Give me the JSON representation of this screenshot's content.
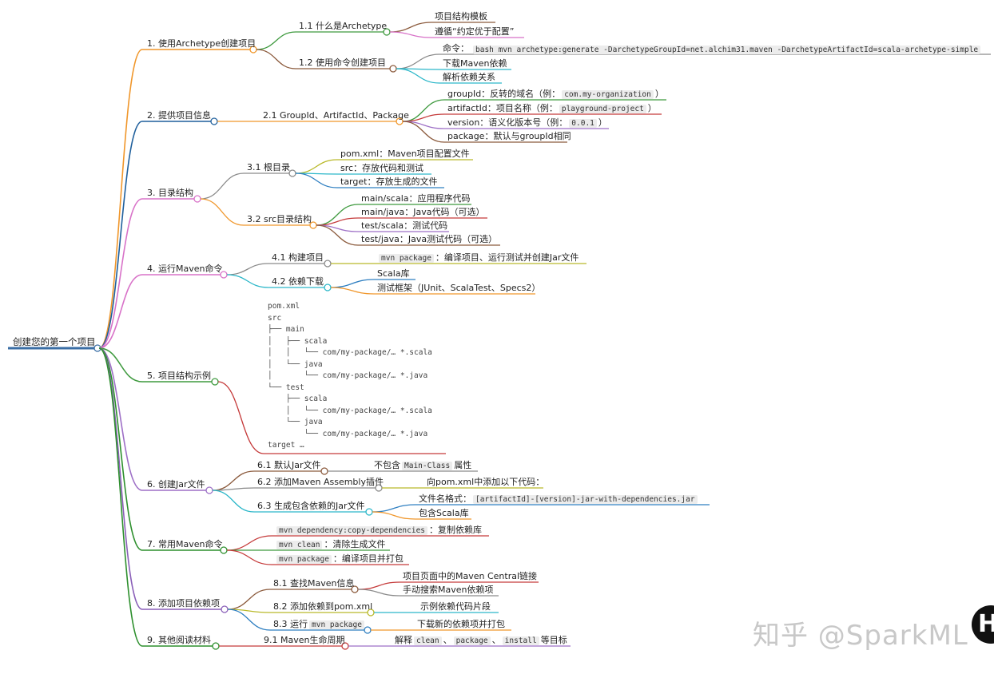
{
  "root": "创建您的第一个项目",
  "watermark": "知乎 @SparkML",
  "badge": "H",
  "colors": {
    "root": "#3a6ea5",
    "b1": "#f0962a",
    "b2": "#1f5f9c",
    "b3": "#d872c8",
    "b4": "#d872c8",
    "b5": "#3f9a3f",
    "b6": "#9d6fc6",
    "b7": "#2d8f2d",
    "b8": "#8a5fb8",
    "b9": "#2d8f2d",
    "green": "#3f9a3f",
    "brown": "#8b5a3c",
    "teal": "#2cb7c9",
    "pink": "#d872c8",
    "red": "#c53a3a",
    "orange": "#f0962a",
    "blue": "#2f7fc1",
    "olive": "#b9b92a",
    "purple": "#9d6fc6",
    "grey": "#8a8a8a"
  },
  "nodes": [
    {
      "label": "1. 使用Archetype创建项目"
    },
    {
      "label": "1.1 什么是Archetype"
    },
    {
      "label": "项目结构模板"
    },
    {
      "label": "遵循“约定优于配置”"
    },
    {
      "label": "1.2 使用命令创建项目"
    },
    {
      "label": "命令："
    },
    {
      "code": "bash mvn archetype:generate -DarchetypeGroupId=net.alchim31.maven -DarchetypeArtifactId=scala-archetype-simple"
    },
    {
      "label": "下载Maven依赖"
    },
    {
      "label": "解析依赖关系"
    },
    {
      "label": "2. 提供项目信息"
    },
    {
      "label": "2.1 GroupId、ArtifactId、Package"
    },
    {
      "label": "groupId：反转的域名（例：",
      "code": "com.my-organization",
      "tail": "）"
    },
    {
      "label": "artifactId：项目名称（例：",
      "code": "playground-project",
      "tail": "）"
    },
    {
      "label": "version：语义化版本号（例：",
      "code": "0.0.1",
      "tail": "）"
    },
    {
      "label": "package：默认与groupId相同"
    },
    {
      "label": "3. 目录结构"
    },
    {
      "label": "3.1 根目录"
    },
    {
      "label": "pom.xml：Maven项目配置文件"
    },
    {
      "label": "src：存放代码和测试"
    },
    {
      "label": "target：存放生成的文件"
    },
    {
      "label": "3.2 src目录结构"
    },
    {
      "label": "main/scala：应用程序代码"
    },
    {
      "label": "main/java：Java代码（可选）"
    },
    {
      "label": "test/scala：测试代码"
    },
    {
      "label": "test/java：Java测试代码（可选）"
    },
    {
      "label": "4. 运行Maven命令"
    },
    {
      "label": "4.1 构建项目"
    },
    {
      "code": "mvn package",
      "tail": "：编译项目、运行测试并创建Jar文件"
    },
    {
      "label": "4.2 依赖下载"
    },
    {
      "label": "Scala库"
    },
    {
      "label": "测试框架（JUnit、ScalaTest、Specs2）"
    },
    {
      "label": "5. 项目结构示例"
    },
    {
      "label": "6. 创建Jar文件"
    },
    {
      "label": "6.1 默认Jar文件"
    },
    {
      "label": "不包含",
      "code": "Main-Class",
      "tail": "属性"
    },
    {
      "label": "6.2 添加Maven Assembly插件"
    },
    {
      "label": "向pom.xml中添加以下代码："
    },
    {
      "label": "6.3 生成包含依赖的Jar文件"
    },
    {
      "label": "文件名格式：",
      "code": "[artifactId]-[version]-jar-with-dependencies.jar"
    },
    {
      "label": "包含Scala库"
    },
    {
      "label": "7. 常用Maven命令"
    },
    {
      "code": "mvn dependency:copy-dependencies",
      "tail": "：复制依赖库"
    },
    {
      "code": "mvn clean",
      "tail": "：清除生成文件"
    },
    {
      "code": "mvn package",
      "tail": "：编译项目并打包"
    },
    {
      "label": "8. 添加项目依赖项"
    },
    {
      "label": "8.1 查找Maven信息"
    },
    {
      "label": "项目页面中的Maven Central链接"
    },
    {
      "label": "手动搜索Maven依赖项"
    },
    {
      "label": "8.2 添加依赖到pom.xml"
    },
    {
      "label": "示例依赖代码片段"
    },
    {
      "label": "8.3 运行",
      "code": "mvn package"
    },
    {
      "label": "下载新的依赖项并打包"
    },
    {
      "label": "9. 其他阅读材料"
    },
    {
      "label": "9.1 Maven生命周期"
    },
    {
      "label": "解释",
      "code": "clean",
      "tail": "、",
      "code2": "package",
      "tail2": "、",
      "code3": "install",
      "tail3": "等目标"
    }
  ],
  "tree": [
    "pom.xml",
    "src",
    "├── main",
    "│   ├── scala",
    "│   │   └── com/my-package/… *.scala",
    "│   └── java",
    "│       └── com/my-package/… *.java",
    "└── test",
    "    ├── scala",
    "    │   └── com/my-package/… *.scala",
    "    └── java",
    "        └── com/my-package/… *.java",
    "target …"
  ]
}
